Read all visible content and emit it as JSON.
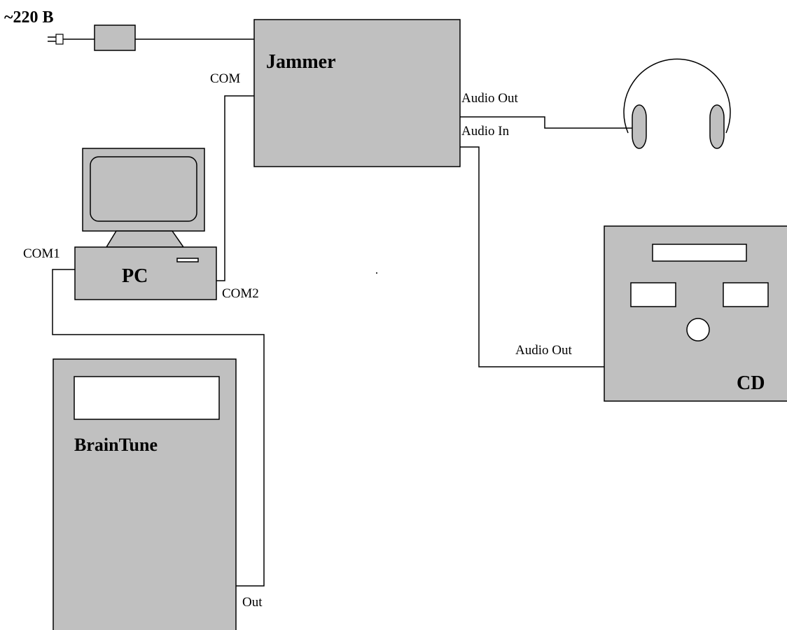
{
  "power": {
    "label": "~220 B"
  },
  "jammer": {
    "label": "Jammer",
    "com_label": "COM",
    "audio_out_label": "Audio Out",
    "audio_in_label": "Audio In"
  },
  "pc": {
    "label": "PC",
    "com1_label": "COM1",
    "com2_label": "COM2"
  },
  "braintune": {
    "label": "BrainTune",
    "out_label": "Out"
  },
  "cd": {
    "label": "CD",
    "audio_out_label": "Audio Out"
  }
}
